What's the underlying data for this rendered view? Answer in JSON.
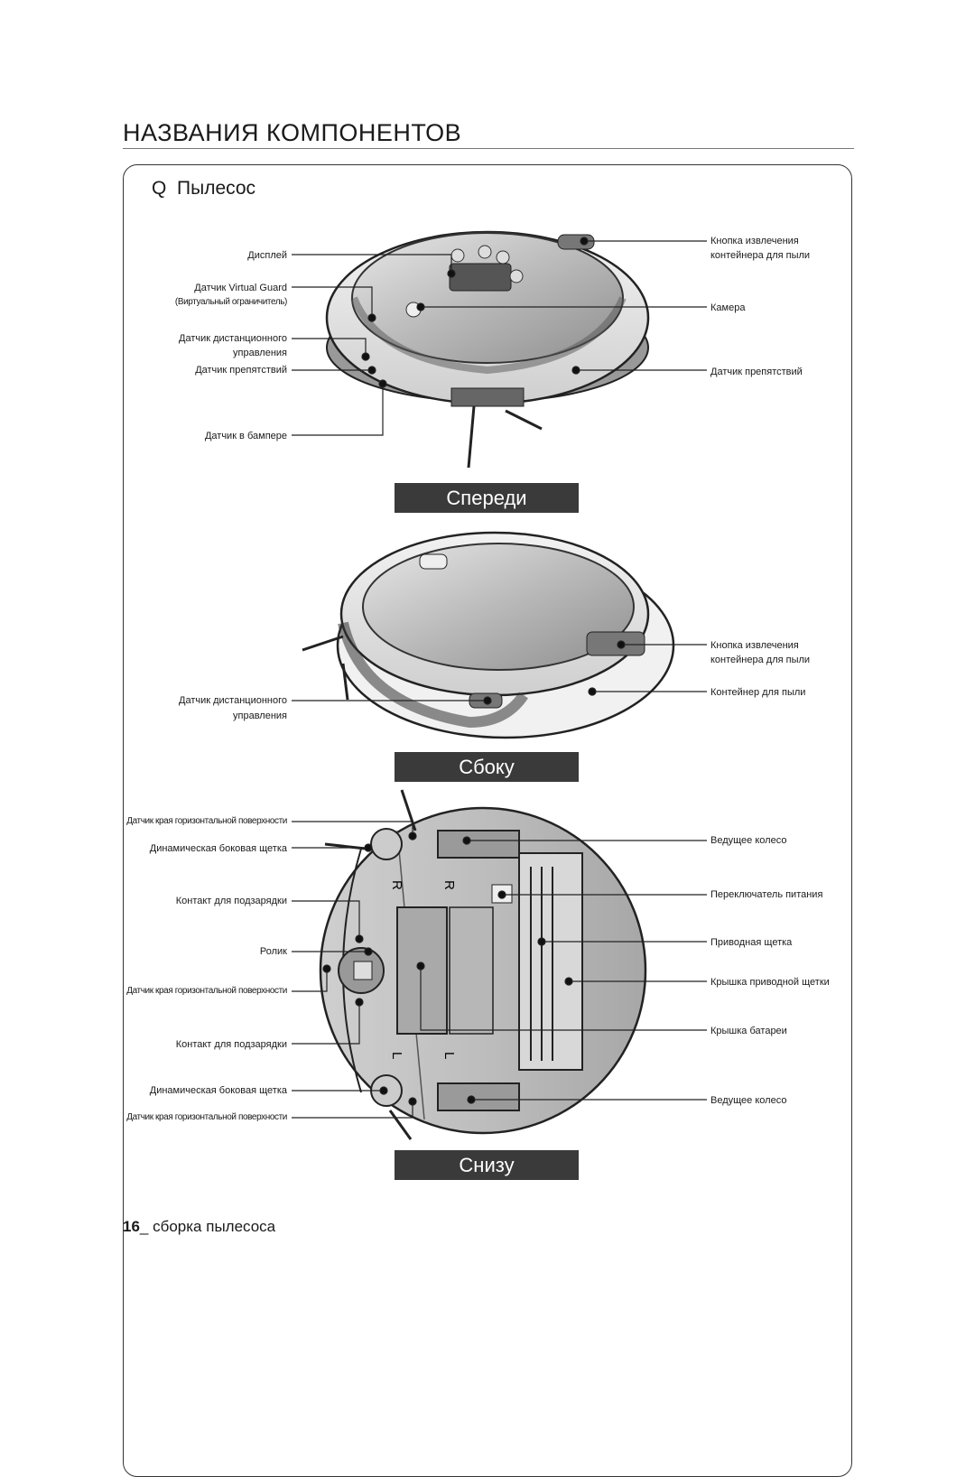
{
  "header": {
    "title": "НАЗВАНИЯ КОМПОНЕНТОВ"
  },
  "section": {
    "marker": "Q",
    "title": "Пылесос"
  },
  "views": {
    "front": {
      "caption": "Спереди",
      "left_labels": [
        "Дисплей",
        "Датчик Virtual Guard",
        "(Виртуальный ограничитель)",
        "Датчик дистанционного",
        "управления",
        "Датчик препятствий",
        "Датчик в бампере"
      ],
      "right_labels": [
        "Кнопка извлечения",
        "контейнера для пыли",
        "Камера",
        "Датчик препятствий"
      ]
    },
    "side": {
      "caption": "Сбоку",
      "left_labels": [
        "Датчик дистанционного",
        "управления"
      ],
      "right_labels": [
        "Кнопка извлечения",
        "контейнера для пыли",
        "Контейнер для пыли"
      ]
    },
    "bottom": {
      "caption": "Снизу",
      "left_labels": [
        "Датчик края горизонтальной поверхности",
        "Динамическая боковая щетка",
        "Контакт для подзарядки",
        "Ролик",
        "Датчик края горизонтальной поверхности",
        "Контакт для подзарядки",
        "Динамическая боковая щетка",
        "Датчик края горизонтальной поверхности"
      ],
      "right_labels": [
        "Ведущее колесо",
        "Переключатель питания",
        "Приводная щетка",
        "Крышка приводной щетки",
        "Крышка батареи",
        "Ведущее колесо"
      ],
      "wheel_marks": [
        "R",
        "R",
        "L",
        "L"
      ]
    }
  },
  "footer": {
    "page_number": "16",
    "text": "_ сборка пылесоса"
  }
}
